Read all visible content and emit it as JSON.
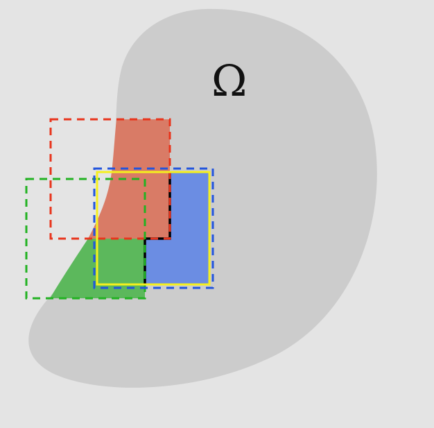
{
  "diagram": {
    "domain_label": "Ω",
    "colors": {
      "background": "#e4e4e4",
      "domain": "#cccccc",
      "subdomain_red": "#d97b66",
      "subdomain_green": "#5cb85c",
      "subdomain_blue": "#6b8de3",
      "box_red": "#e8341c",
      "box_green": "#22b222",
      "box_blue": "#2255dd",
      "box_yellow": "#f5f01e",
      "interface": "#000000"
    },
    "regions": [
      {
        "name": "red-subdomain",
        "color_key": "subdomain_red"
      },
      {
        "name": "green-subdomain",
        "color_key": "subdomain_green"
      },
      {
        "name": "blue-subdomain",
        "color_key": "subdomain_blue"
      }
    ],
    "boxes": [
      {
        "name": "red-dashed-box",
        "style": "dashed",
        "color_key": "box_red"
      },
      {
        "name": "green-dashed-box",
        "style": "dashed",
        "color_key": "box_green"
      },
      {
        "name": "blue-dashed-box",
        "style": "dashed",
        "color_key": "box_blue"
      },
      {
        "name": "yellow-solid-box",
        "style": "solid",
        "color_key": "box_yellow"
      }
    ]
  }
}
